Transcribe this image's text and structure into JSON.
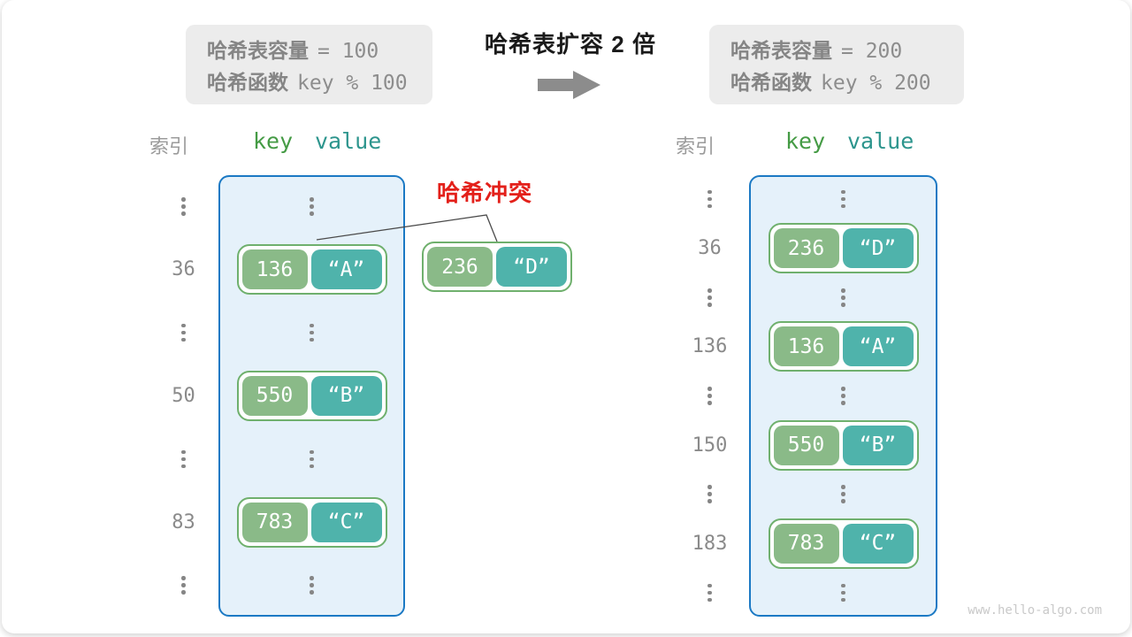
{
  "watermark": "www.hello-algo.com",
  "header": {
    "before_box": {
      "line1_bold": "哈希表容量",
      "line1_rest": "= 100",
      "line2_bold": "哈希函数",
      "line2_rest": "key % 100"
    },
    "transform_title": "哈希表扩容 2 倍",
    "arrow_icon": "right-arrow",
    "after_box": {
      "line1_bold": "哈希表容量",
      "line1_rest": "= 200",
      "line2_bold": "哈希函数",
      "line2_rest": "key % 200"
    }
  },
  "collision": {
    "label": "哈希冲突",
    "pair": {
      "key": "236",
      "value": "“D”"
    }
  },
  "tables": {
    "before": {
      "index_header": "索引",
      "key_header": "key",
      "value_header": "value",
      "rows": [
        {
          "type": "dots"
        },
        {
          "type": "pair",
          "index": "36",
          "key": "136",
          "value": "“A”"
        },
        {
          "type": "dots"
        },
        {
          "type": "pair",
          "index": "50",
          "key": "550",
          "value": "“B”"
        },
        {
          "type": "dots"
        },
        {
          "type": "pair",
          "index": "83",
          "key": "783",
          "value": "“C”"
        },
        {
          "type": "dots"
        }
      ]
    },
    "after": {
      "index_header": "索引",
      "key_header": "key",
      "value_header": "value",
      "rows": [
        {
          "type": "dots"
        },
        {
          "type": "pair",
          "index": "36",
          "key": "236",
          "value": "“D”"
        },
        {
          "type": "dots"
        },
        {
          "type": "pair",
          "index": "136",
          "key": "136",
          "value": "“A”"
        },
        {
          "type": "dots"
        },
        {
          "type": "pair",
          "index": "150",
          "key": "550",
          "value": "“B”"
        },
        {
          "type": "dots"
        },
        {
          "type": "pair",
          "index": "183",
          "key": "783",
          "value": "“C”"
        },
        {
          "type": "dots"
        }
      ]
    }
  },
  "colors": {
    "key_box": "#8aba88",
    "value_box": "#4fb3ab",
    "pair_border": "#6fb06d",
    "bucket_fill": "#e5f1fa",
    "bucket_border": "#1b79c4",
    "collision_red": "#e3201a",
    "arrow_gray": "#8c8c8c"
  }
}
